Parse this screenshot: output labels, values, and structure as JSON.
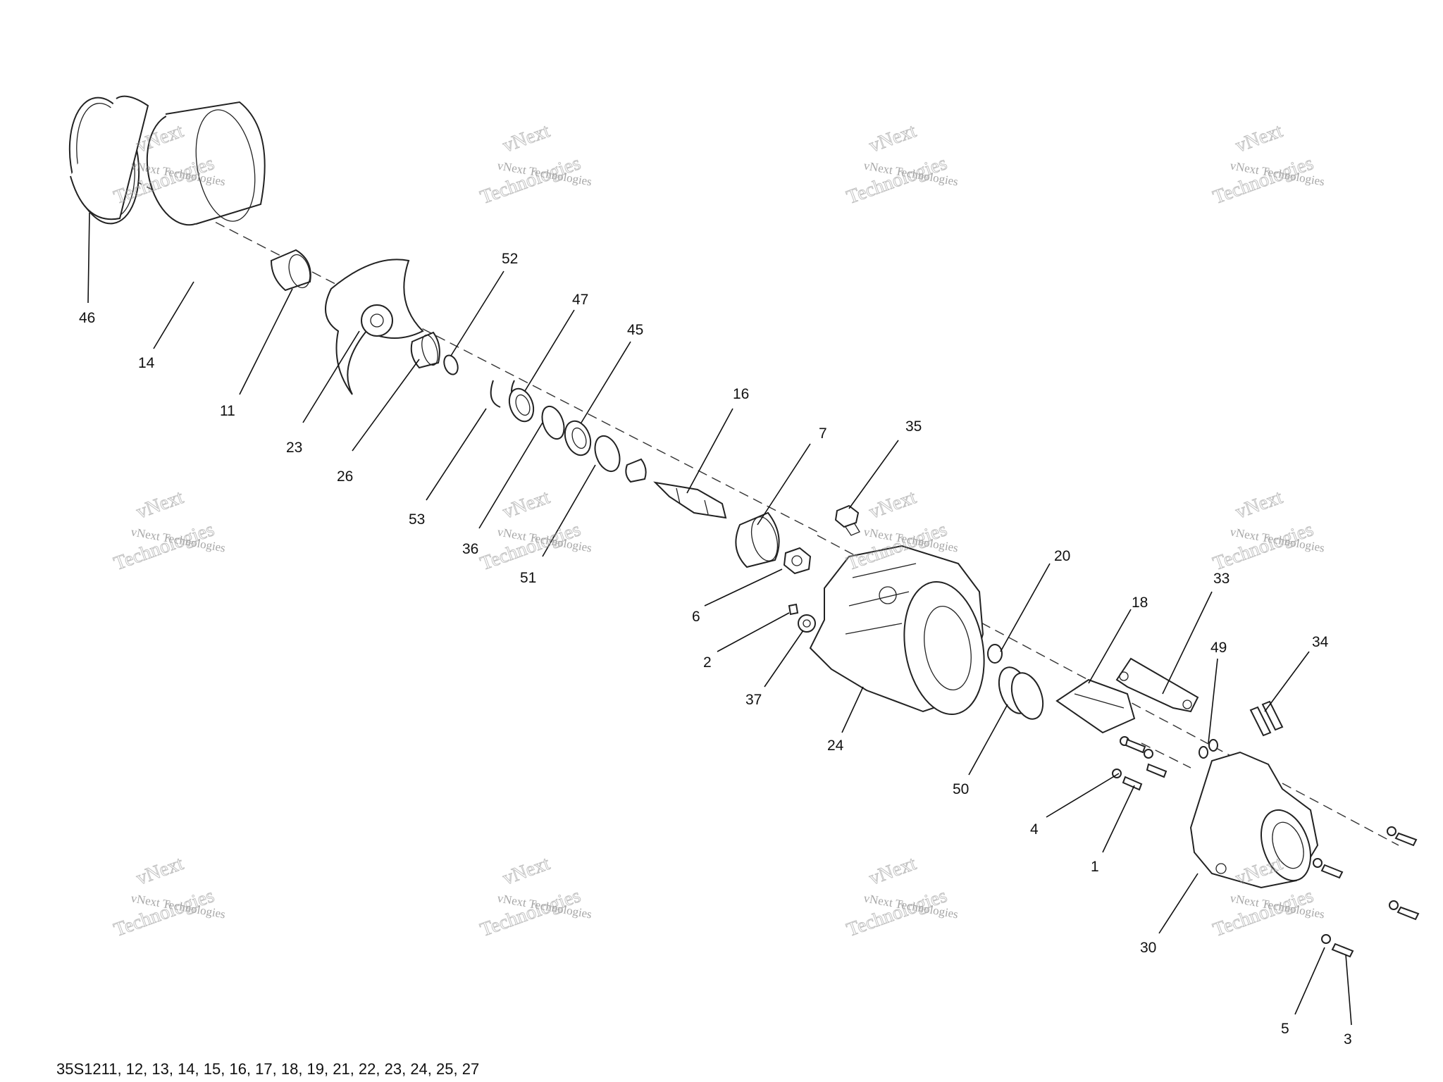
{
  "diagram": {
    "callouts": [
      {
        "id": "46",
        "label": "46"
      },
      {
        "id": "14",
        "label": "14"
      },
      {
        "id": "11",
        "label": "11"
      },
      {
        "id": "23",
        "label": "23"
      },
      {
        "id": "26",
        "label": "26"
      },
      {
        "id": "52",
        "label": "52"
      },
      {
        "id": "47",
        "label": "47"
      },
      {
        "id": "45",
        "label": "45"
      },
      {
        "id": "53",
        "label": "53"
      },
      {
        "id": "36",
        "label": "36"
      },
      {
        "id": "51",
        "label": "51"
      },
      {
        "id": "16",
        "label": "16"
      },
      {
        "id": "7",
        "label": "7"
      },
      {
        "id": "35",
        "label": "35"
      },
      {
        "id": "6",
        "label": "6"
      },
      {
        "id": "2",
        "label": "2"
      },
      {
        "id": "37",
        "label": "37"
      },
      {
        "id": "24",
        "label": "24"
      },
      {
        "id": "20",
        "label": "20"
      },
      {
        "id": "50",
        "label": "50"
      },
      {
        "id": "18",
        "label": "18"
      },
      {
        "id": "33",
        "label": "33"
      },
      {
        "id": "49",
        "label": "49"
      },
      {
        "id": "34",
        "label": "34"
      },
      {
        "id": "4",
        "label": "4"
      },
      {
        "id": "1",
        "label": "1"
      },
      {
        "id": "30",
        "label": "30"
      },
      {
        "id": "5",
        "label": "5"
      },
      {
        "id": "3",
        "label": "3"
      }
    ],
    "watermark": {
      "line1": "vNext Technologies",
      "line2": "vNext",
      "line3": "Technologies"
    }
  },
  "footer": {
    "text": "35S1211, 12, 13, 14, 15, 16, 17, 18, 19, 21, 22, 23, 24, 25, 27"
  }
}
